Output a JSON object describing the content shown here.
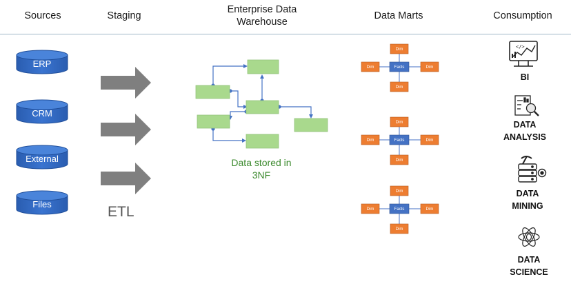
{
  "columns": {
    "sources": "Sources",
    "staging": "Staging",
    "edw_line1": "Enterprise Data",
    "edw_line2": "Warehouse",
    "data_marts": "Data Marts",
    "consumption": "Consumption"
  },
  "sources": [
    {
      "label": "ERP"
    },
    {
      "label": "CRM"
    },
    {
      "label": "External"
    },
    {
      "label": "Files"
    }
  ],
  "staging": {
    "label": "ETL"
  },
  "edw": {
    "caption_line1": "Data stored in",
    "caption_line2": "3NF"
  },
  "data_marts": {
    "star_schemas": [
      {
        "center": "Facts",
        "top": "Dim",
        "left": "Dim",
        "right": "Dim",
        "bottom": "Dim"
      },
      {
        "center": "Facts",
        "top": "Dim",
        "left": "Dim",
        "right": "Dim",
        "bottom": "Dim"
      },
      {
        "center": "Facts",
        "top": "Dim",
        "left": "Dim",
        "right": "Dim",
        "bottom": "Dim"
      }
    ]
  },
  "consumption": [
    {
      "line1": "BI",
      "line2": "",
      "icon": "bi-dashboard-icon"
    },
    {
      "line1": "DATA",
      "line2": "ANALYSIS",
      "icon": "data-analysis-icon"
    },
    {
      "line1": "DATA",
      "line2": "MINING",
      "icon": "data-mining-icon"
    },
    {
      "line1": "DATA",
      "line2": "SCIENCE",
      "icon": "data-science-icon"
    }
  ],
  "colors": {
    "cylinder": "#2f67c2",
    "arrow": "#7f7f7f",
    "table": "#a9d98d",
    "connector": "#4472c4",
    "facts": "#4472c4",
    "dim": "#ed7d31",
    "caption": "#3c8a2e"
  }
}
